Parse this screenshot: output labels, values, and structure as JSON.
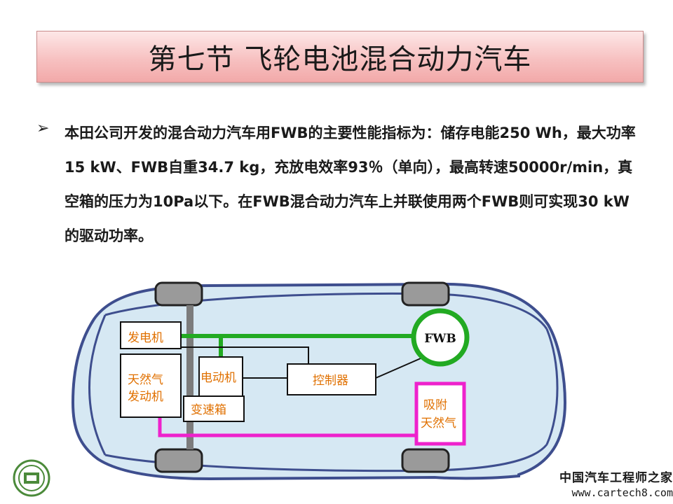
{
  "slide": {
    "title": "第七节 飞轮电池混合动力汽车",
    "bullet": "本田公司开发的混合动力汽车用FWB的主要性能指标为：储存电能250 Wh，最大功率15 kW、FWB自重34.7 kg，充放电效率93％（单向），最高转速50000r/min，真空箱的压力为10Pa以下。在FWB混合动力汽车上并联使用两个FWB则可实现30 kW的驱动功率。"
  },
  "diagram": {
    "generator": "发电机",
    "gas_engine_line1": "天然气",
    "gas_engine_line2": "发动机",
    "motor": "电动机",
    "gearbox": "变速箱",
    "controller": "控制器",
    "fwb": "FWB",
    "adsorbed_gas_line1": "吸附",
    "adsorbed_gas_line2": "天然气"
  },
  "colors": {
    "title_bg": "#f7c1c1",
    "car_body": "#d6e8f3",
    "green_line": "#22aa22",
    "magenta_line": "#ee22cc",
    "label_text": "#e07000"
  },
  "watermark": {
    "name": "中国汽车工程师之家",
    "url": "www.cartech8.com"
  }
}
